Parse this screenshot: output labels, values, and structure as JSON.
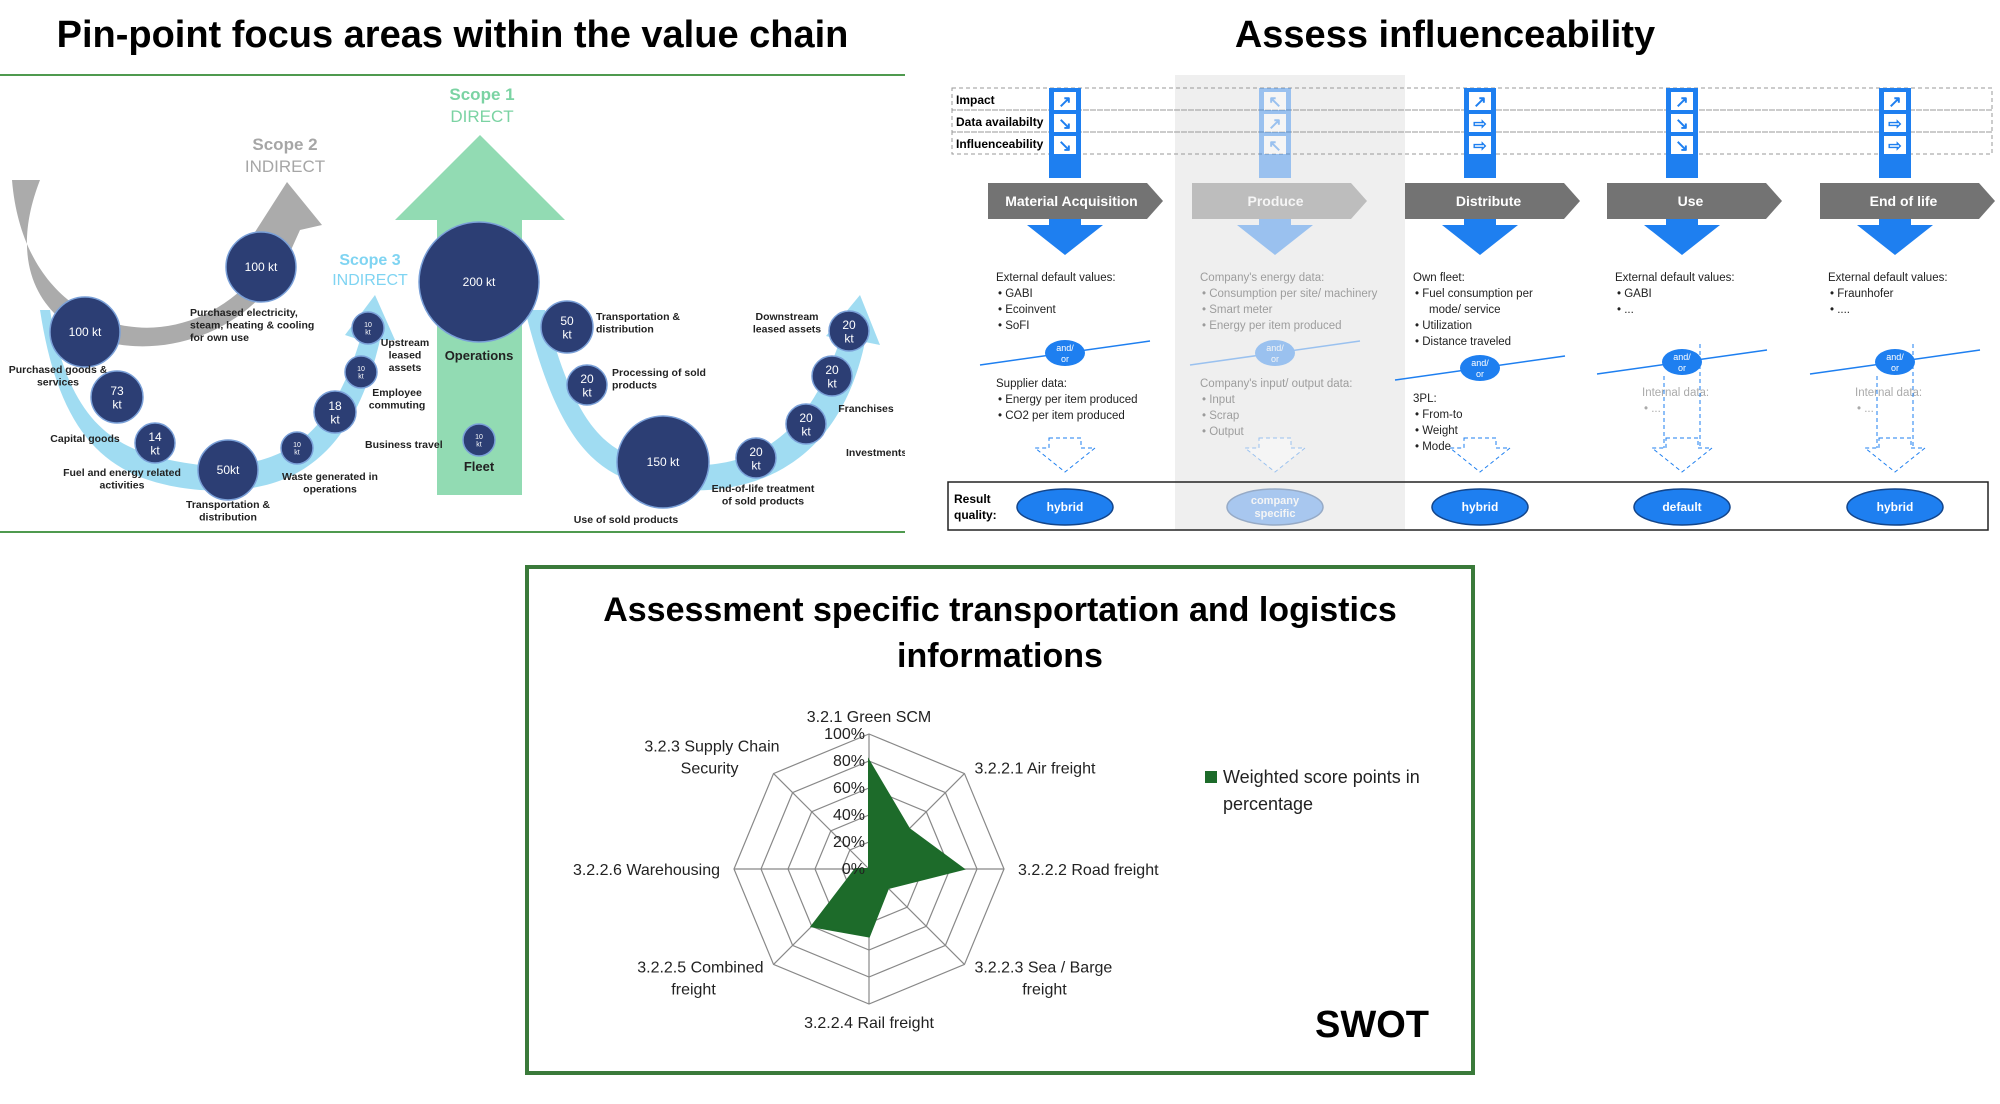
{
  "left": {
    "title": "Pin-point focus areas within the value chain",
    "scope2": {
      "label": "Scope 2",
      "sub": "INDIRECT"
    },
    "scope1": {
      "label": "Scope 1",
      "sub": "DIRECT"
    },
    "scope3": {
      "label": "Scope 3",
      "sub": "INDIRECT"
    },
    "bubbles": {
      "purchased_goods": {
        "value": "100 kt",
        "label": [
          "Purchased goods &",
          "services"
        ]
      },
      "capital_goods": {
        "value": [
          "73",
          "kt"
        ],
        "label": [
          "Capital goods"
        ]
      },
      "fuel_energy": {
        "value": [
          "14",
          "kt"
        ],
        "label": [
          "Fuel and energy related",
          "activities"
        ]
      },
      "transport_up": {
        "value": "50kt",
        "label": [
          "Transportation &",
          "distribution"
        ]
      },
      "waste": {
        "value": [
          "10",
          "kt"
        ],
        "label": [
          "Waste generated in",
          "operations"
        ]
      },
      "business_travel": {
        "value": [
          "18",
          "kt"
        ],
        "label": [
          "Business travel"
        ]
      },
      "employee_commuting": {
        "value": [
          "10",
          "kt"
        ],
        "label": [
          "Employee",
          "commuting"
        ]
      },
      "upstream_leased": {
        "value": [
          "10",
          "kt"
        ],
        "label": [
          "Upstream",
          "leased",
          "assets"
        ]
      },
      "purchased_electricity": {
        "value": "100 kt",
        "label": [
          "Purchased electricity,",
          "steam, heating & cooling",
          "for own use"
        ]
      },
      "operations": {
        "value": "200 kt",
        "label": [
          "Operations"
        ]
      },
      "fleet": {
        "value": [
          "10",
          "kt"
        ],
        "label": [
          "Fleet"
        ]
      },
      "transport_down": {
        "value": [
          "50",
          "kt"
        ],
        "label": [
          "Transportation &",
          "distribution"
        ]
      },
      "processing": {
        "value": [
          "20",
          "kt"
        ],
        "label": [
          "Processing of sold",
          "products"
        ]
      },
      "use_sold": {
        "value": "150 kt",
        "label": [
          "Use of sold products"
        ]
      },
      "end_of_life": {
        "value": [
          "20",
          "kt"
        ],
        "label": [
          "End-of-life treatment",
          "of sold products"
        ]
      },
      "investments": {
        "value": [
          "20",
          "kt"
        ],
        "label": [
          "Investments"
        ]
      },
      "franchises": {
        "value": [
          "20",
          "kt"
        ],
        "label": [
          "Franchises"
        ]
      },
      "downstream_leased": {
        "value": [
          "20",
          "kt"
        ],
        "label": [
          "Downstream",
          "leased assets"
        ]
      }
    }
  },
  "right": {
    "title": "Assess influenceability",
    "rows": [
      "Impact",
      "Data availabilty",
      "Influenceability"
    ],
    "stages": [
      "Material Acquisition",
      "Produce",
      "Distribute",
      "Use",
      "End of life"
    ],
    "and_or": [
      "and/",
      "or"
    ],
    "result_label": [
      "Result",
      "quality:"
    ],
    "results": [
      "hybrid",
      [
        "company",
        "specific"
      ],
      "hybrid",
      "default",
      "hybrid"
    ],
    "texts": {
      "material": {
        "h1": "External default values:",
        "b1": [
          "GABI",
          "Ecoinvent",
          "SoFI"
        ],
        "h2": "Supplier data:",
        "b2": [
          "Energy per item produced",
          "CO2 per item produced"
        ]
      },
      "produce": {
        "h1": "Company's energy data:",
        "b1": [
          "Consumption per site/ machinery",
          "Smart meter",
          "Energy per item produced"
        ],
        "h2": "Company's input/ output data:",
        "b2": [
          "Input",
          "Scrap",
          "Output"
        ]
      },
      "distribute": {
        "h1": "Own fleet:",
        "b1": [
          "Fuel consumption per",
          "mode/ service",
          "Utilization",
          "Distance traveled"
        ],
        "h2": "3PL:",
        "b2": [
          "From-to",
          "Weight",
          "Mode"
        ]
      },
      "use": {
        "h1": "External default values:",
        "b1": [
          "GABI",
          "..."
        ],
        "h2": "Internal data:",
        "b2": [
          "..."
        ]
      },
      "eol": {
        "h1": "External default values:",
        "b1": [
          "Fraunhofer",
          "...."
        ],
        "h2": "Internal data:",
        "b2": [
          "..."
        ]
      }
    },
    "colors": {
      "blue": "#1e7ff0",
      "grey": "#737373",
      "light_blue": "#9cc6f5"
    }
  },
  "bottom": {
    "title_line1": "Assessment specific transportation and logistics",
    "title_line2": "informations",
    "swot": "SWOT",
    "legend": [
      "Weighted score points in",
      "percentage"
    ],
    "axis_labels": [
      [
        "3.2.1 Green SCM"
      ],
      [
        "3.2.2.1 Air freight"
      ],
      [
        "3.2.2.2 Road freight"
      ],
      [
        "3.2.2.3 Sea / Barge",
        "freight"
      ],
      [
        "3.2.2.4 Rail freight"
      ],
      [
        "3.2.2.5 Combined",
        "freight"
      ],
      [
        "3.2.2.6 Warehousing"
      ],
      [
        "3.2.3 Supply Chain",
        "Security"
      ]
    ]
  },
  "chart_data": {
    "type": "radar",
    "categories": [
      "3.2.1 Green SCM",
      "3.2.2.1 Air freight",
      "3.2.2.2 Road freight",
      "3.2.2.3 Sea / Barge freight",
      "3.2.2.4 Rail freight",
      "3.2.2.5 Combined freight",
      "3.2.2.6 Warehousing",
      "3.2.3 Supply Chain Security"
    ],
    "series": [
      {
        "name": "Weighted score points in percentage",
        "values": [
          80,
          42,
          70,
          20,
          50,
          60,
          10,
          0
        ],
        "color": "#1d6b2a"
      }
    ],
    "ylim": [
      0,
      100
    ],
    "ticks": [
      "0%",
      "20%",
      "40%",
      "60%",
      "80%",
      "100%"
    ],
    "grid": true,
    "legend": "right"
  }
}
